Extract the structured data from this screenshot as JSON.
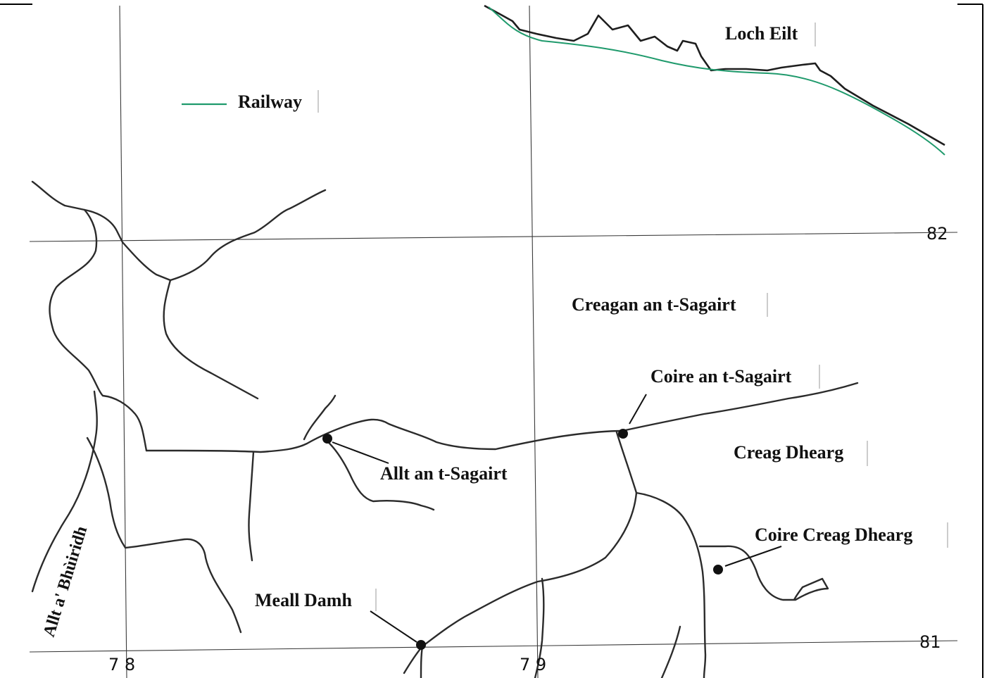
{
  "legend": {
    "railway_label": "Railway",
    "railway_color": "#1f9a6c"
  },
  "water": {
    "loch_label": "Loch Eilt"
  },
  "places": {
    "creagan_label": "Creagan an t-Sagairt",
    "coire_sagairt_label": "Coire an t-Sagairt",
    "creag_dhearg_label": "Creag Dhearg",
    "allt_sagairt_label": "Allt an t-Sagairt",
    "coire_creag_label": "Coire Creag Dhearg",
    "meall_damh_label": "Meall Damh",
    "allt_bhuiridh_label": "Allt a' Bhùiridh"
  },
  "grid": {
    "northing_82": "82",
    "northing_81": "81",
    "easting_78": "7 8",
    "easting_79": "7 9"
  }
}
